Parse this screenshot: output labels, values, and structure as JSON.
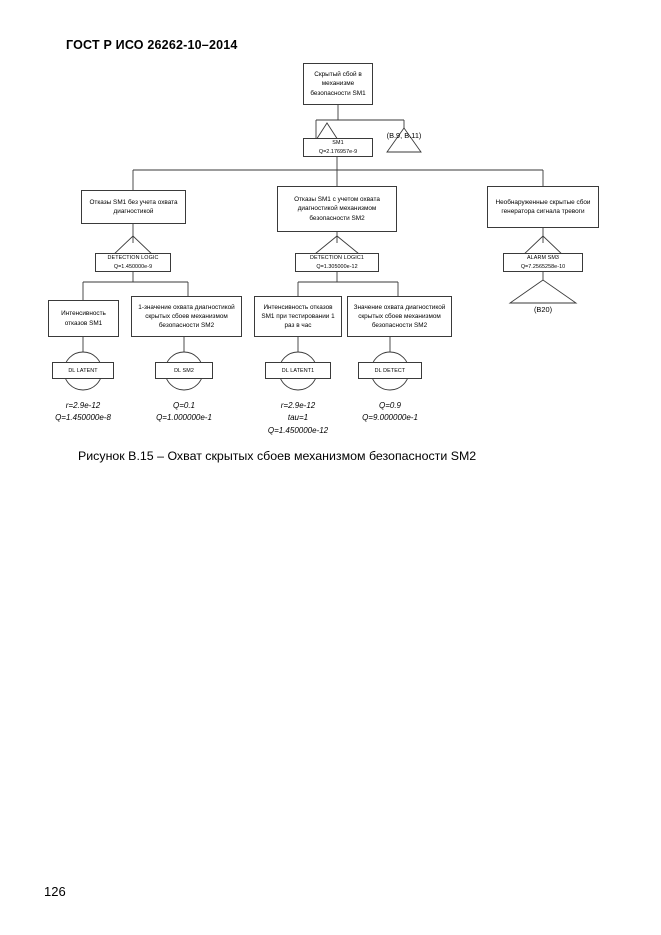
{
  "document": {
    "standard_header": "ГОСТ Р ИСО 26262-10–2014",
    "page_number": "126",
    "figure_caption": "Рисунок В.15 –  Охват скрытых сбоев механизмом безопасности SM2"
  },
  "diagram": {
    "type": "fault-tree",
    "top_event": {
      "label": "Скрытый сбой в механизме безопасности SM1"
    },
    "gates": [
      {
        "id": "sm1",
        "name": "SM1",
        "q": "Q=2.176957e-9"
      },
      {
        "id": "detection_logic",
        "name": "DETECTION LOGIC",
        "q": "Q=1.450000e-9"
      },
      {
        "id": "detection_logic1",
        "name": "DETECTION LOGIC1",
        "q": "Q=1.305000e-12"
      },
      {
        "id": "alarm_sm3",
        "name": "ALARM SM3",
        "q": "Q=7.2565258e-10"
      }
    ],
    "intermediate_events": [
      {
        "id": "left",
        "label": "Отказы SM1 без учета охвата диагностикой"
      },
      {
        "id": "middle",
        "label": "Отказы SM1 с учетом охвата диагностикой механизмом безопасности SM2"
      },
      {
        "id": "right",
        "label": "Необнаруженные скрытые сбои генератора сигнала тревоги"
      }
    ],
    "leaf_descriptions": [
      {
        "id": "d1",
        "label": "Интенсивность отказов SM1"
      },
      {
        "id": "d2",
        "label": "1-значение охвата диагностикой  скрытых сбоев механизмом безопасности SM2"
      },
      {
        "id": "d3",
        "label": "Интенсивность отказов SM1 при тестировании 1 раз в час"
      },
      {
        "id": "d4",
        "label": "Значение охвата диагностикой  скрытых сбоев механизмом безопасности SM2"
      }
    ],
    "basic_events": [
      {
        "id": "b1",
        "name": "DL LATENT",
        "params": [
          "r=2.9e-12",
          "Q=1.450000e-8"
        ]
      },
      {
        "id": "b2",
        "name": "DL SM2",
        "params": [
          "Q=0.1",
          "Q=1.000000e-1"
        ]
      },
      {
        "id": "b3",
        "name": "DL LATENT1",
        "params": [
          "r=2.9e-12",
          "tau=1",
          "Q=1.450000e-12"
        ]
      },
      {
        "id": "b4",
        "name": "DL DETECT",
        "params": [
          "Q=0.9",
          "Q=9.000000e-1"
        ]
      }
    ],
    "transfers": [
      {
        "id": "t1",
        "label": "(B.9, B.11)"
      },
      {
        "id": "t2",
        "label": "(B20)"
      }
    ],
    "colors": {
      "line": "#3a3a3a",
      "text": "#000000",
      "background": "#ffffff"
    }
  }
}
